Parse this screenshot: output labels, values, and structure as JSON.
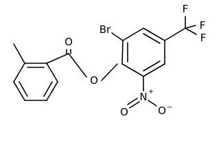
{
  "molecule": {
    "atoms": {
      "br": "Br",
      "o_ester": "O",
      "o_carbonyl": "O",
      "f1": "F",
      "f2": "F",
      "f3": "F",
      "n": "N",
      "n_charge": "+",
      "o_nitro_left": "O",
      "o_nitro_right": "O",
      "o_nitro_charge": "−"
    },
    "colors": {
      "ink": "#000000",
      "background": "#ffffff"
    }
  }
}
